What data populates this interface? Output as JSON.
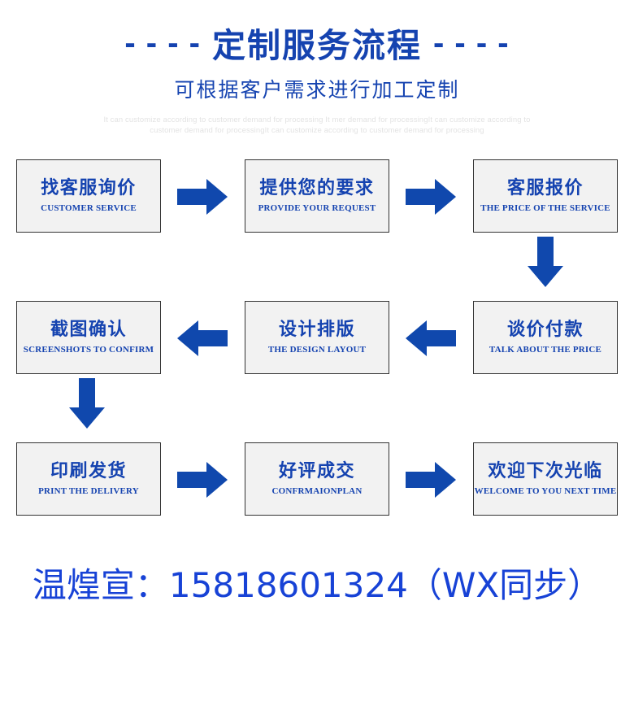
{
  "header": {
    "dash_left": "- - - -",
    "dash_right": "- - - -",
    "title": "定制服务流程",
    "subtitle": "可根据客户需求进行加工定制",
    "faint_line1": "It can customize according to customer demand for processing It mer demand for processingIt can customize according to customer",
    "faint_line2": "demand for processingIt can customize according to customer demand for processing"
  },
  "colors": {
    "brand_blue": "#1543b0",
    "arrow_blue": "#1048ad",
    "contact_blue": "#1742d6",
    "box_fill": "#f2f2f2",
    "box_border": "#333333",
    "faint_gray": "#e3e3e3"
  },
  "flow": {
    "rows": [
      {
        "steps": [
          {
            "cn": "找客服询价",
            "en": "CUSTOMER SERVICE"
          },
          {
            "cn": "提供您的要求",
            "en": "PROVIDE YOUR REQUEST"
          },
          {
            "cn": "客服报价",
            "en": "THE PRICE OF THE SERVICE"
          }
        ],
        "connectors": [
          {
            "direction": "right"
          },
          {
            "direction": "right"
          }
        ]
      },
      {
        "steps": [
          {
            "cn": "截图确认",
            "en": "SCREENSHOTS TO CONFIRM"
          },
          {
            "cn": "设计排版",
            "en": "THE DESIGN LAYOUT"
          },
          {
            "cn": "谈价付款",
            "en": "TALK ABOUT THE PRICE"
          }
        ],
        "connectors": [
          {
            "direction": "left"
          },
          {
            "direction": "left"
          }
        ]
      },
      {
        "steps": [
          {
            "cn": "印刷发货",
            "en": "PRINT THE DELIVERY"
          },
          {
            "cn": "好评成交",
            "en": "CONFRMAIONPLAN"
          },
          {
            "cn": "欢迎下次光临",
            "en": "WELCOME TO YOU NEXT TIME"
          }
        ],
        "connectors": [
          {
            "direction": "right"
          },
          {
            "direction": "right"
          }
        ]
      }
    ],
    "vertical_connectors": [
      {
        "direction": "down",
        "position": "right-column"
      },
      {
        "direction": "down",
        "position": "left-column"
      }
    ]
  },
  "contact": {
    "line": "温煌宣：15818601324（WX同步）"
  }
}
